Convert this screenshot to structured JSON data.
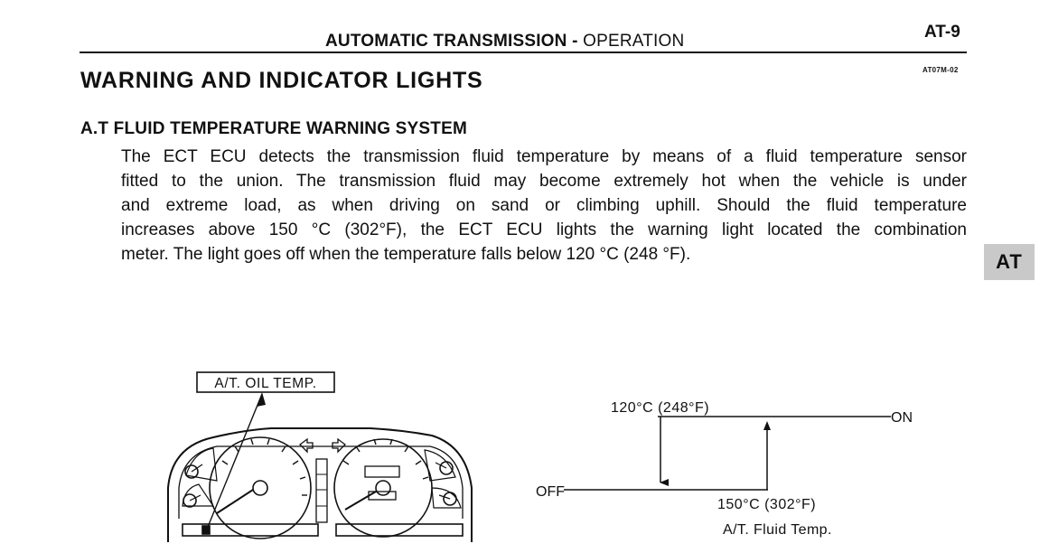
{
  "header": {
    "section": "AUTOMATIC TRANSMISSION",
    "separator": "-",
    "subsection": "OPERATION",
    "page_number": "AT-9",
    "doc_code": "AT07M-02"
  },
  "main_title": "WARNING AND INDICATOR LIGHTS",
  "section": {
    "title": "A.T FLUID TEMPERATURE WARNING SYSTEM",
    "paragraph_lines": [
      "The ECT ECU detects the transmission fluid temperature by means of a fluid temperature sensor",
      "fitted to the union. The transmission fluid may become extremely hot when the vehicle is under",
      "and extreme load, as when driving on sand or climbing uphill. Should the fluid temperature",
      "increases above 150 °C (302°F), the ECT ECU lights the warning light located the combination",
      "meter. The light goes off when the temperature falls below 120 °C (248 °F)."
    ]
  },
  "side_tab": "AT",
  "figure_meter": {
    "callout_label": "A/T. OIL TEMP."
  },
  "figure_hysteresis": {
    "on_label": "ON",
    "off_label": "OFF",
    "upper_temp_label": "120°C (248°F)",
    "lower_temp_label": "150°C (302°F)",
    "axis_caption": "A/T. Fluid Temp."
  }
}
